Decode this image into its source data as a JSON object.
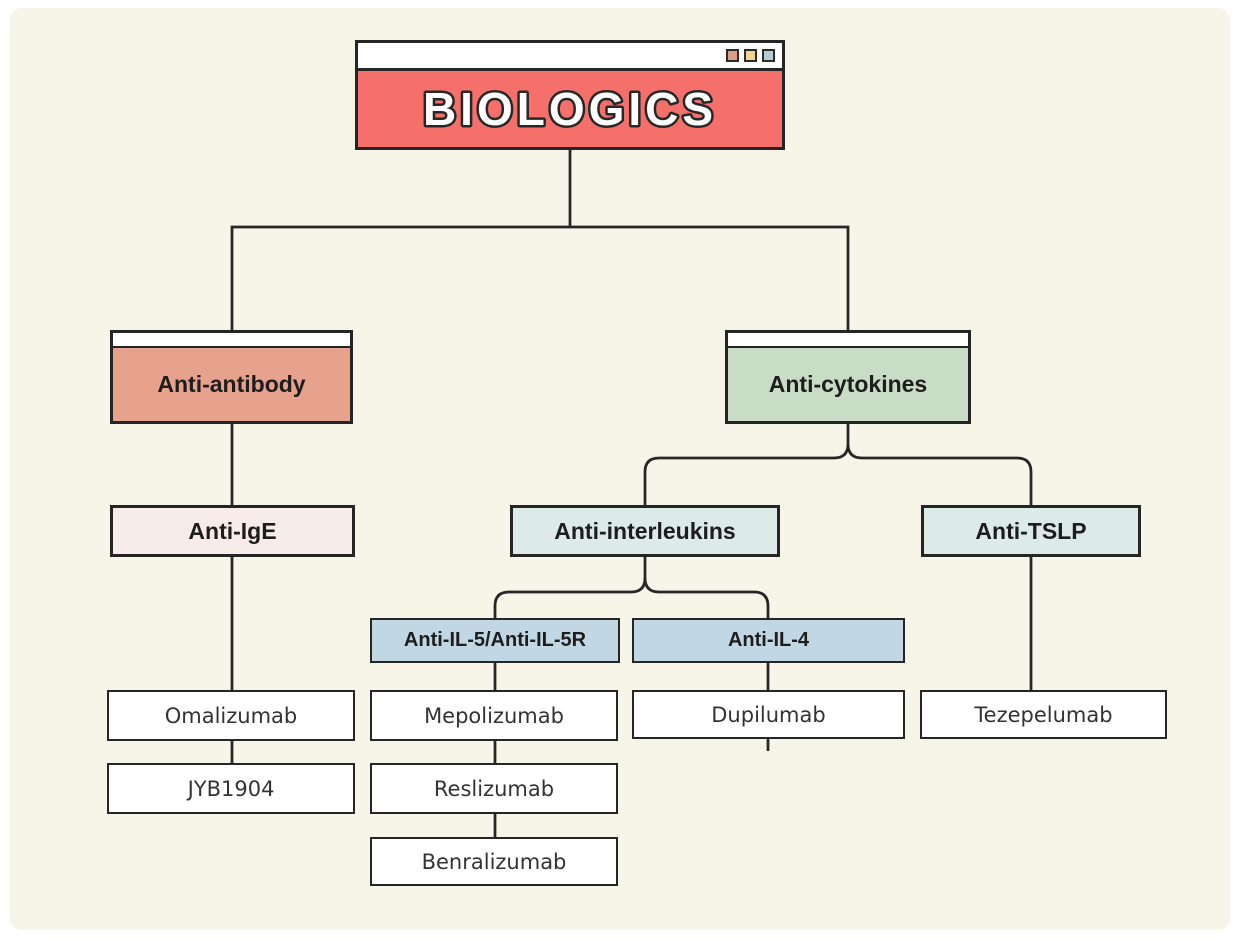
{
  "page": {
    "background": "#ffffff",
    "panel_background": "#f6f5e8",
    "line_color": "#262626",
    "border_color": "#252525"
  },
  "root": {
    "label": "BIOLOGICS",
    "fill": "#f5706a",
    "text_color": "#ffffff",
    "text_outline": "#272727",
    "window_buttons": [
      {
        "name": "window-button-salmon",
        "color": "#dd9d87"
      },
      {
        "name": "window-button-yellow",
        "color": "#f2d392"
      },
      {
        "name": "window-button-blue",
        "color": "#b3cbd6"
      }
    ]
  },
  "level1": [
    {
      "id": "anti-antibody",
      "label": "Anti-antibody",
      "fill": "#e7a28e"
    },
    {
      "id": "anti-cytokines",
      "label": "Anti-cytokines",
      "fill": "#c9dcc5"
    }
  ],
  "level2": [
    {
      "id": "anti-ige",
      "label": "Anti-IgE",
      "fill": "#f8eceb"
    },
    {
      "id": "anti-interleukins",
      "label": "Anti-interleukins",
      "fill": "#dcebe7"
    },
    {
      "id": "anti-tslp",
      "label": "Anti-TSLP",
      "fill": "#dcebe7"
    }
  ],
  "level3": [
    {
      "id": "anti-il5",
      "label": "Anti-IL-5/Anti-IL-5R",
      "fill": "#c1d8e4"
    },
    {
      "id": "anti-il4",
      "label": "Anti-IL-4",
      "fill": "#c1d8e4"
    }
  ],
  "drugs": [
    {
      "id": "omalizumab",
      "label": "Omalizumab",
      "parent": "Anti-IgE"
    },
    {
      "id": "jyb1904",
      "label": "JYB1904",
      "parent": "Anti-IgE"
    },
    {
      "id": "mepolizumab",
      "label": "Mepolizumab",
      "parent": "Anti-IL-5/Anti-IL-5R"
    },
    {
      "id": "reslizumab",
      "label": "Reslizumab",
      "parent": "Anti-IL-5/Anti-IL-5R"
    },
    {
      "id": "benralizumab",
      "label": "Benralizumab",
      "parent": "Anti-IL-5/Anti-IL-5R"
    },
    {
      "id": "dupilumab",
      "label": "Dupilumab",
      "parent": "Anti-IL-4"
    },
    {
      "id": "tezepelumab",
      "label": "Tezepelumab",
      "parent": "Anti-TSLP"
    }
  ]
}
